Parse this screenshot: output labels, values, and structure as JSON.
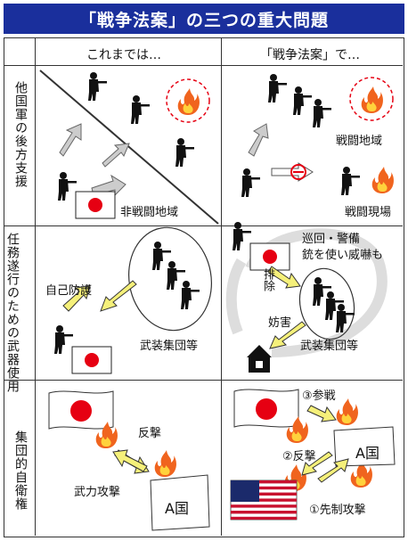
{
  "title": "「戦争法案」の三つの重大問題",
  "columns": [
    "これまでは…",
    "「戦争法案」で…"
  ],
  "rows": [
    {
      "label": "他国軍の後方支援"
    },
    {
      "label_lines": [
        "任務遂行のための",
        "武器使用"
      ]
    },
    {
      "label": "集団的自衛権"
    }
  ],
  "row1": {
    "left": {
      "non_combat_area": "非戦闘地域"
    },
    "right": {
      "combat_area": "戦闘地域",
      "combat_scene": "戦闘現場"
    }
  },
  "row2": {
    "left": {
      "self_defense": "自己防護",
      "armed_group": "武装集団等"
    },
    "right": {
      "patrol": "巡回・警備",
      "threat": "銃を使い威嚇も",
      "removal": "排除",
      "obstruction": "妨害",
      "armed_group": "武装集団等"
    }
  },
  "row3": {
    "left": {
      "counterattack": "反撃",
      "armed_attack": "武力攻撃",
      "country_a": "A国"
    },
    "right": {
      "participate": "③参戦",
      "counterattack": "②反撃",
      "country_a": "A国",
      "preemptive": "①先制攻撃"
    }
  },
  "colors": {
    "title_bg": "#1a2f9c",
    "arrow_fill": "#f5f07a",
    "gray_arrow": "#cccccc",
    "flame": "#f0641e",
    "flag_red": "#e60012"
  }
}
